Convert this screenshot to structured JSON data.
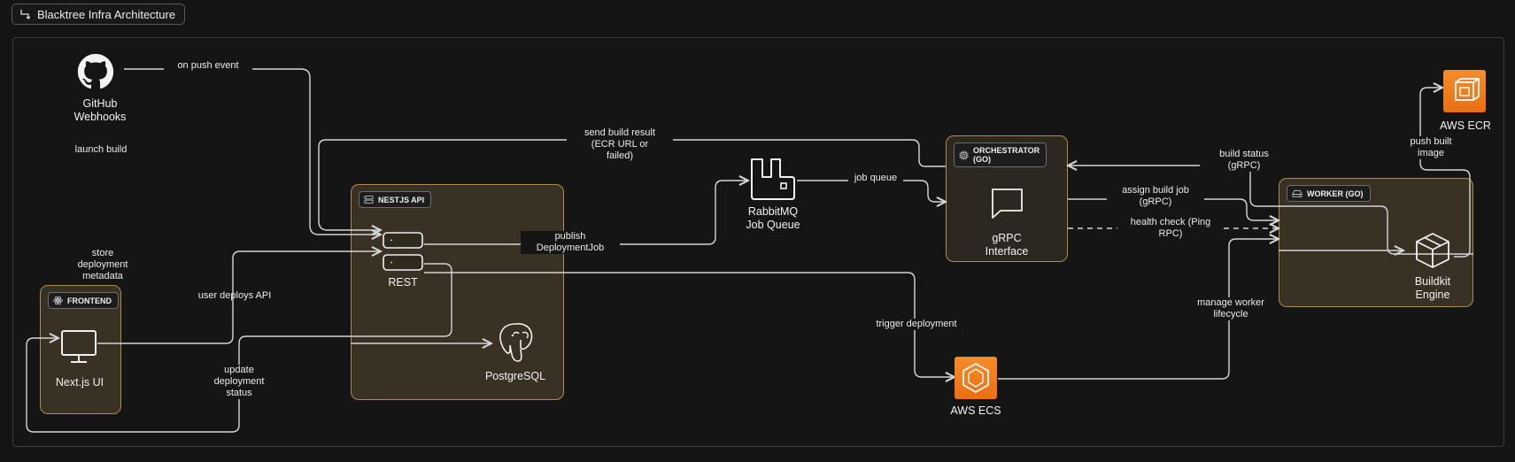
{
  "title": {
    "label": "Blacktree Infra Architecture",
    "icon": "diagram-icon"
  },
  "groups": {
    "frontend": {
      "label": "FRONTEND",
      "icon": "react-icon"
    },
    "nestjs": {
      "label": "NESTJS API",
      "icon": "server-icon"
    },
    "orchestrator": {
      "label": "ORCHESTRATOR\n(GO)",
      "icon": "chip-icon"
    },
    "worker": {
      "label": "WORKER (GO)",
      "icon": "hard-drive-icon"
    }
  },
  "nodes": {
    "github": {
      "label": "GitHub\nWebhooks",
      "icon": "github-icon"
    },
    "nextjs": {
      "label": "Next.js UI",
      "icon": "monitor-icon"
    },
    "rest": {
      "label": "REST",
      "icon": "rest-endpoints-icon"
    },
    "postgres": {
      "label": "PostgreSQL",
      "icon": "postgresql-icon"
    },
    "rabbitmq": {
      "label": "RabbitMQ\nJob Queue",
      "icon": "rabbitmq-icon"
    },
    "grpc": {
      "label": "gRPC\nInterface",
      "icon": "message-square-icon"
    },
    "buildkit": {
      "label": "Buildkit\nEngine",
      "icon": "package-icon"
    },
    "aws_ecr": {
      "label": "AWS ECR",
      "icon": "aws-ecr-icon"
    },
    "aws_ecs": {
      "label": "AWS ECS",
      "icon": "aws-ecs-icon"
    }
  },
  "edge_labels": {
    "on_push": "on push event",
    "launch_build": "launch build",
    "store_metadata": "store\ndeployment\nmetadata",
    "user_deploys": "user deploys API",
    "update_status": "update\ndeployment\nstatus",
    "send_result": "send build result\n(ECR URL or\nfailed)",
    "publish_job": "publish\nDeploymentJob",
    "job_queue": "job queue",
    "trigger_deploy": "trigger deployment",
    "build_status": "build status\n(gRPC)",
    "assign_job": "assign build job\n(gRPC)",
    "health_check": "health check (Ping\nRPC)",
    "manage_worker": "manage worker\nlifecycle",
    "push_image": "push built\nimage"
  },
  "colors": {
    "background": "#141414",
    "group_border": "#b08c4a",
    "group_fill": "rgba(212,172,100,0.19)",
    "wire": "#d6d6d6",
    "aws_orange": "#ed7615"
  }
}
